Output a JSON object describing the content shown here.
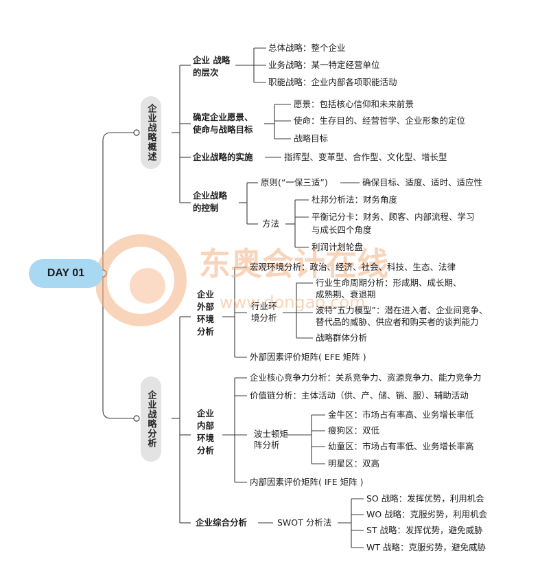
{
  "root": "DAY 01",
  "branch1": {
    "title": "企业战略概述",
    "levels": {
      "label1": "企业 战略",
      "label2": "的层次",
      "items": [
        "总体战略：整个企业",
        "业务战略：某一特定经营单位",
        "职能战略：企业内部各项职能活动"
      ]
    },
    "vision": {
      "label1": "确定企业愿景、",
      "label2": "使命与战略目标",
      "items": [
        "愿景：包括核心信仰和未来前景",
        "使命：生存目的、经营哲学、企业形象的定位",
        "战略目标"
      ]
    },
    "implement": {
      "label": "企业战略的实施",
      "value": "指挥型、变革型、合作型、文化型、增长型"
    },
    "control": {
      "label1": "企业战略",
      "label2": "的控制",
      "principle": "原则(“一保三适”)",
      "principle_value": "确保目标、适度、适时、适应性",
      "method": "方法",
      "methods": [
        "杜邦分析法：财务角度",
        "平衡记分卡：财务、顾客、内部流程、学习",
        "与成长四个角度",
        "利润计划轮盘"
      ]
    }
  },
  "branch2": {
    "title": "企业战略分析",
    "external": {
      "l1": "企业",
      "l2": "外部",
      "l3": "环境",
      "l4": "分析",
      "macro": "宏观环境分析：政治、经济、社会、科技、生态、法律",
      "industry1": "行业环",
      "industry2": "境分析",
      "industry_items": [
        "行业生命周期分析：形成期、成长期、",
        "成熟期、衰退期",
        "波特“五力模型”：潜在进入者、企业间竞争、",
        "替代品的威胁、供应者和购买者的谈判能力",
        "战略群体分析"
      ],
      "efe": "外部因素评价矩阵( EFE 矩阵 )"
    },
    "internal": {
      "l1": "企业",
      "l2": "内部",
      "l3": "环境",
      "l4": "分析",
      "core": "企业核心竞争力分析：关系竞争力、资源竞争力、能力竞争力",
      "value_chain": "价值链分析：主体活动（供、产、储、销、服）、辅助活动",
      "bcg1": "波士顿矩",
      "bcg2": "阵分析",
      "bcg_items": [
        "金牛区：市场占有率高、业务增长率低",
        "瘦狗区：双低",
        "幼童区：市场占有率低、业务增长率高",
        "明星区：双高"
      ],
      "ife": "内部因素评价矩阵( IFE 矩阵 )"
    },
    "swot": {
      "label": "企业综合分析",
      "method": "SWOT 分析法",
      "items": [
        "SO 战略：发挥优势，利用机会",
        "WO 战略：克服劣势，利用机会",
        "ST 战略：发挥优势，避免威胁",
        "WT 战略：克服劣势，避免威胁"
      ]
    }
  },
  "watermark": {
    "text": "东奥会计在线",
    "url": "www.dongao.com"
  },
  "colors": {
    "root": "#a9d8f2",
    "pill": "#e3e3e3",
    "line": "#3a3a3a",
    "watermark": "#f4b183"
  }
}
